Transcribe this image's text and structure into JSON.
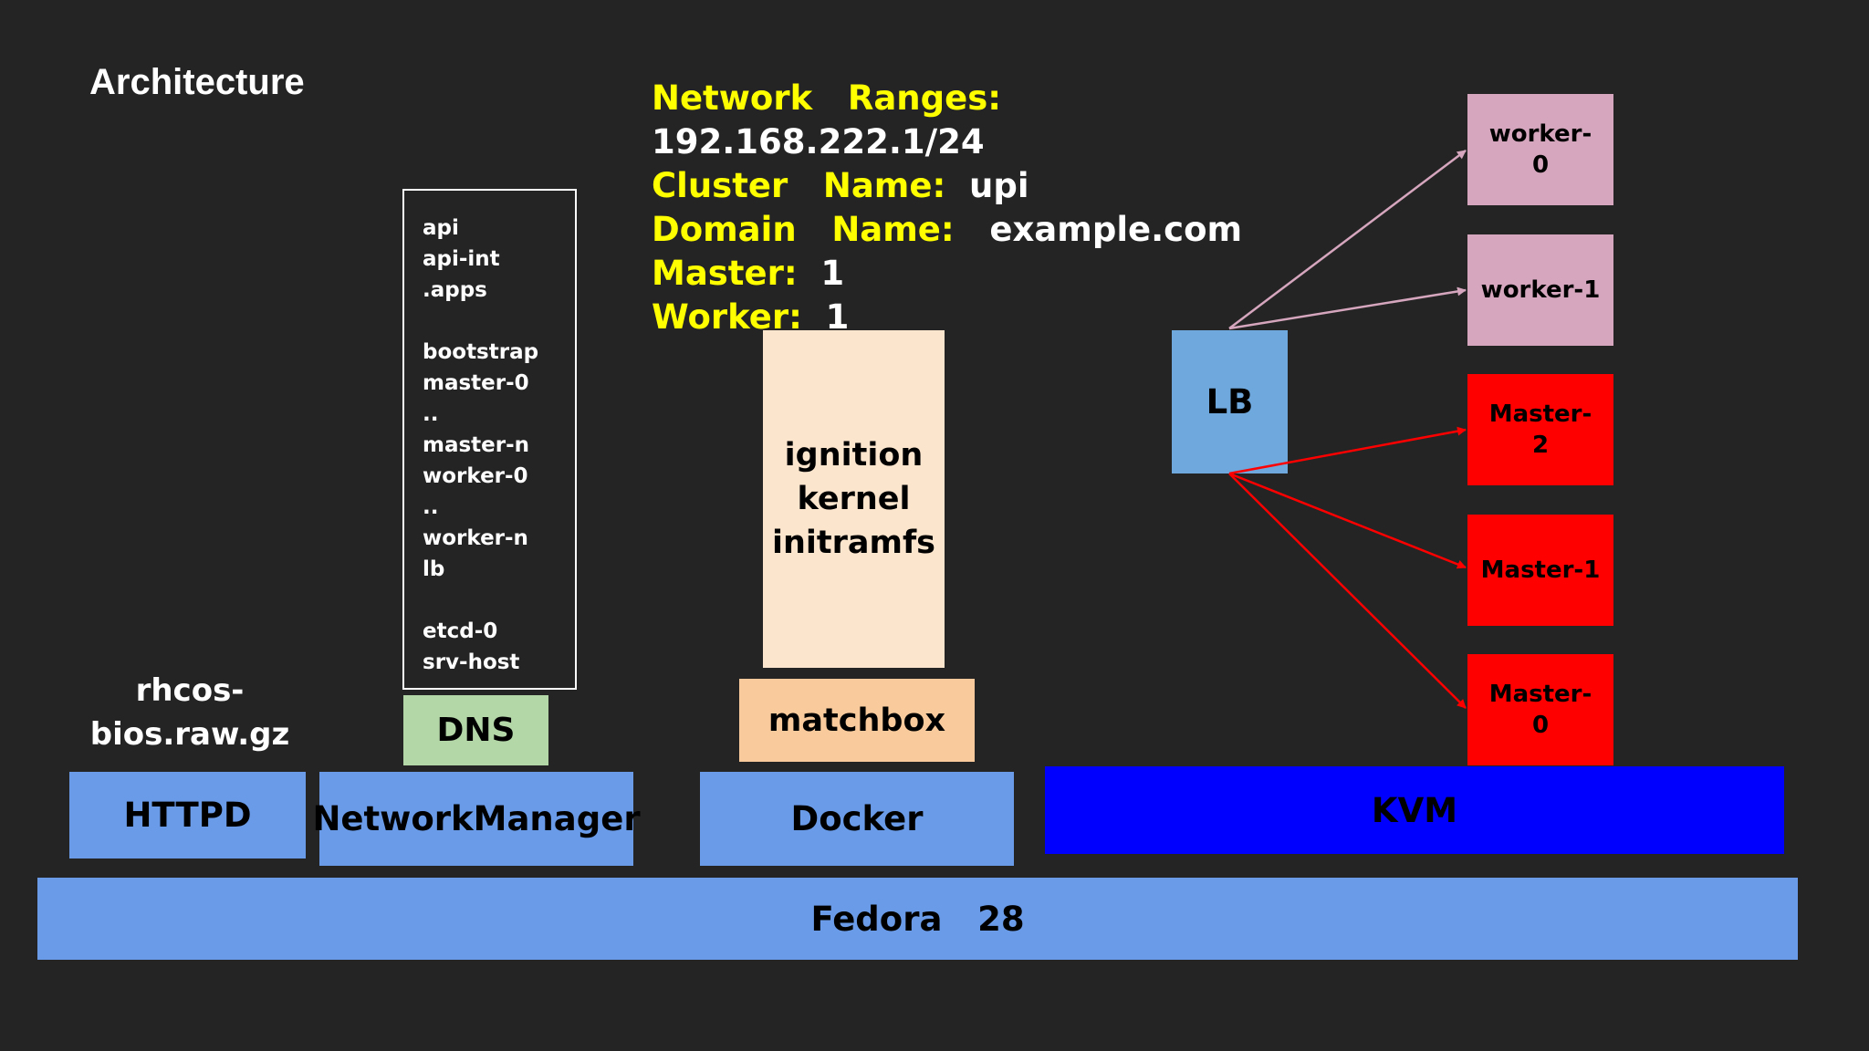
{
  "title": "Architecture",
  "network_info": [
    {
      "key": "Network   Ranges:",
      "value": ""
    },
    {
      "key": "",
      "value": "192.168.222.1/24"
    },
    {
      "key": "Cluster   Name:",
      "value": "  upi"
    },
    {
      "key": "Domain   Name:",
      "value": "   example.com"
    },
    {
      "key": "Master:",
      "value": "  1"
    },
    {
      "key": "Worker:",
      "value": "  1"
    }
  ],
  "dns_entries": [
    "api",
    "api-int",
    ".apps",
    "",
    "bootstrap",
    "master-0",
    "..",
    "master-n",
    "worker-0",
    "..",
    "worker-n",
    "lb",
    "",
    "etcd-0",
    "srv-host"
  ],
  "rhcos": [
    "rhcos-",
    "bios.raw.gz"
  ],
  "boxes": {
    "httpd": "HTTPD",
    "networkmanager": "NetworkManager",
    "dns": "DNS",
    "docker": "Docker",
    "matchbox": "matchbox",
    "ignition": [
      "ignition",
      "kernel",
      "initramfs"
    ],
    "kvm": "KVM",
    "fedora": "Fedora   28",
    "lb": "LB",
    "worker0": [
      "worker-",
      "0"
    ],
    "worker1": "worker-1",
    "master2": [
      "Master-",
      "2"
    ],
    "master1": "Master-1",
    "master0": [
      "Master-",
      "0"
    ]
  },
  "colors": {
    "background": "#242424",
    "blue_box": "#6a9be8",
    "kvm": "#0000ff",
    "dns": "#b4d7a8",
    "matchbox": "#f9cb9c",
    "ignition": "#fce5cd",
    "lb": "#6fa8dc",
    "worker": "#d5a6bd",
    "master": "#ff0000",
    "worker_arrow": "#d5a6bd",
    "master_arrow": "#ff0000",
    "info_key": "#ffff00",
    "info_value": "#ffffff"
  }
}
